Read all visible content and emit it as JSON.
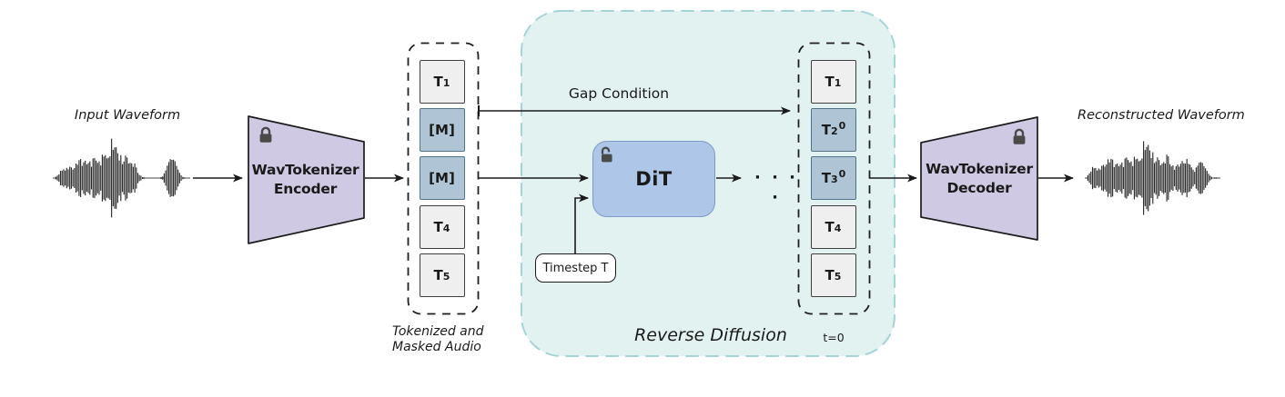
{
  "io": {
    "input_label": "Input Waveform",
    "output_label": "Reconstructed Waveform"
  },
  "encoder": {
    "line1": "WavTokenizer",
    "line2": "Encoder"
  },
  "decoder": {
    "line1": "WavTokenizer",
    "line2": "Decoder"
  },
  "left_column": {
    "caption_line1": "Tokenized and",
    "caption_line2": "Masked Audio",
    "tokens": [
      {
        "main": "T",
        "sub": "1",
        "sup": "",
        "type": "plain"
      },
      {
        "main": "[M]",
        "sub": "",
        "sup": "",
        "type": "masked"
      },
      {
        "main": "[M]",
        "sub": "",
        "sup": "",
        "type": "masked"
      },
      {
        "main": "T",
        "sub": "4",
        "sup": "",
        "type": "plain"
      },
      {
        "main": "T",
        "sub": "5",
        "sup": "",
        "type": "plain"
      }
    ]
  },
  "right_column": {
    "t_label": "t=0",
    "tokens": [
      {
        "main": "T",
        "sub": "1",
        "sup": "",
        "type": "plain"
      },
      {
        "main": "T",
        "sub": "2",
        "sup": "0",
        "type": "masked"
      },
      {
        "main": "T",
        "sub": "3",
        "sup": "0",
        "type": "masked"
      },
      {
        "main": "T",
        "sub": "4",
        "sup": "",
        "type": "plain"
      },
      {
        "main": "T",
        "sub": "5",
        "sup": "",
        "type": "plain"
      }
    ]
  },
  "diffusion": {
    "region_label": "Reverse Diffusion",
    "gap_condition_label": "Gap Condition",
    "dit_label": "DiT",
    "timestep_label": "Timestep T",
    "ellipsis": "· · · ·"
  },
  "colors": {
    "lavender_fill": "#CFC9E3",
    "dit_fill": "#AEC7E8",
    "dit_border": "#7C9AC6",
    "teal_fill": "#E1F2F1",
    "teal_border": "#A6D3D6",
    "token_plain_fill": "#EFEFEF",
    "token_masked_fill": "#AFC4D5",
    "token_masked_border": "#52748A",
    "ink": "#1A1A1A",
    "lock": "#4A4A4A"
  }
}
